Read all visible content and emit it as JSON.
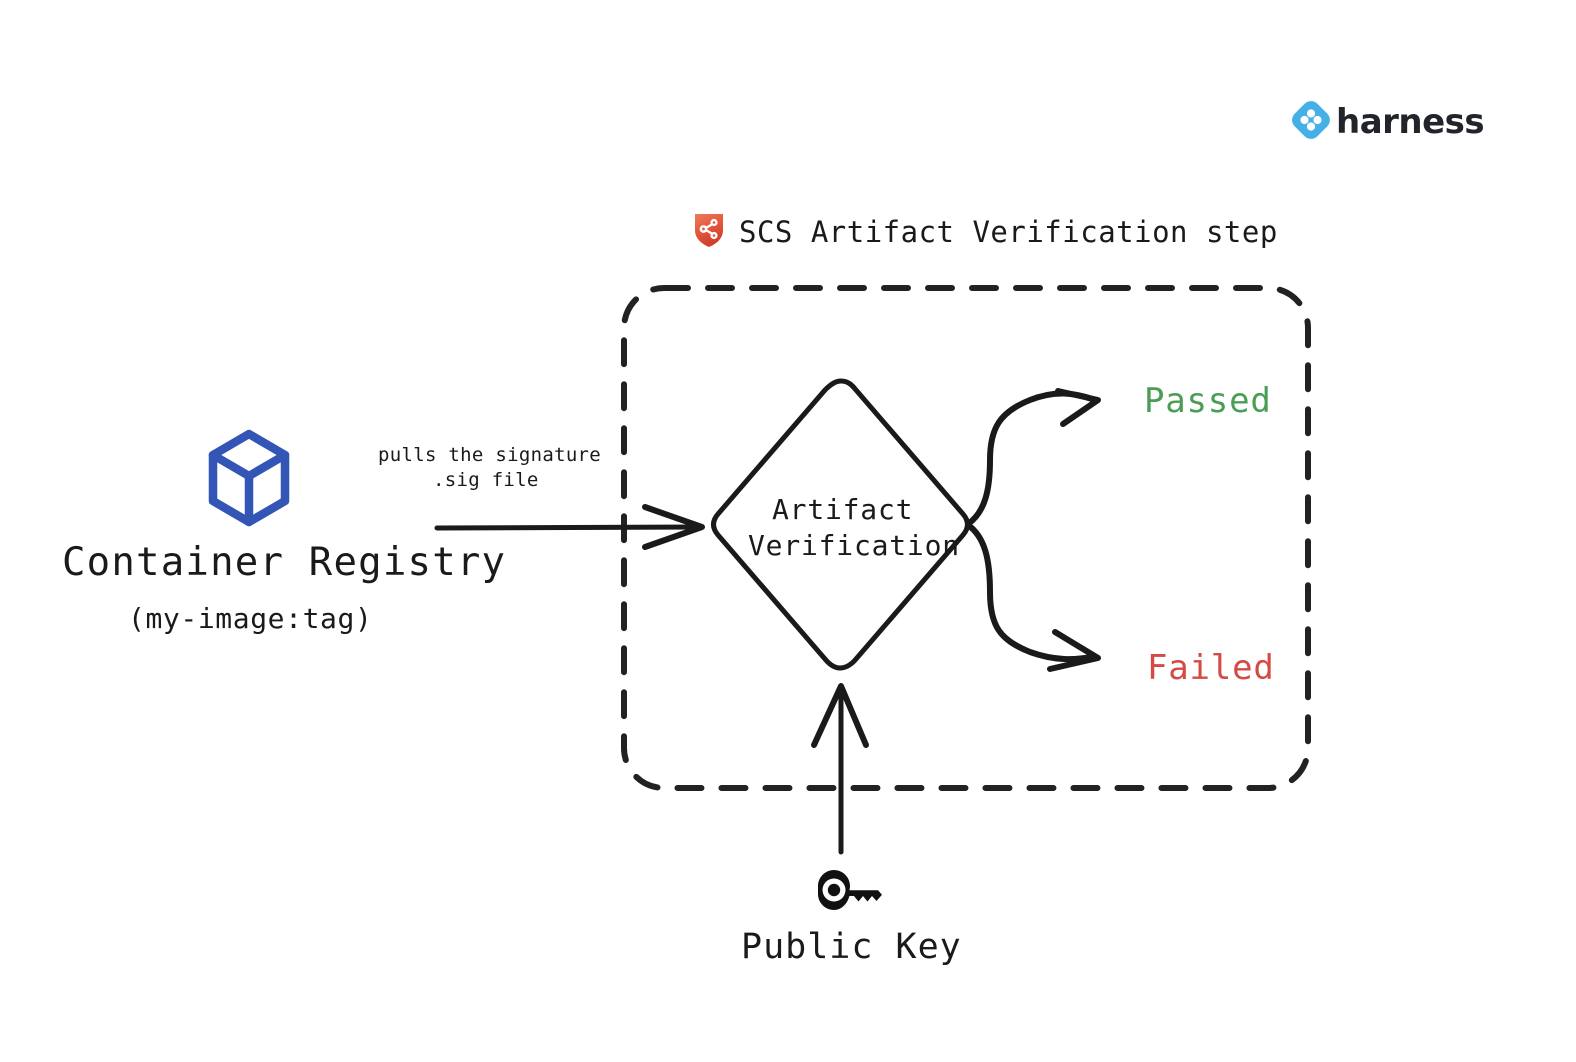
{
  "brand": {
    "logo_icon": "harness-diamond-logo-icon",
    "wordmark": "harness",
    "logo_color": "#45b0e6",
    "wordmark_color": "#21252b"
  },
  "step": {
    "icon": "scs-shield-icon",
    "icon_color": "#e0543a",
    "title": "SCS Artifact Verification step"
  },
  "source": {
    "icon": "container-cube-icon",
    "icon_color": "#3355b5",
    "title": "Container Registry",
    "subtitle": "(my-image:tag)"
  },
  "edge": {
    "label_line1": "pulls the signature",
    "label_line2": ".sig file"
  },
  "decision": {
    "label_line1": "Artifact",
    "label_line2": "Verification"
  },
  "outcomes": [
    {
      "label": "Passed",
      "color": "#4a9d55"
    },
    {
      "label": "Failed",
      "color": "#d44a44"
    }
  ],
  "key_input": {
    "icon": "key-icon",
    "icon_color": "#111111",
    "label": "Public Key"
  },
  "stroke": {
    "line_color": "#1a1a1a",
    "dash_color": "#222222"
  }
}
